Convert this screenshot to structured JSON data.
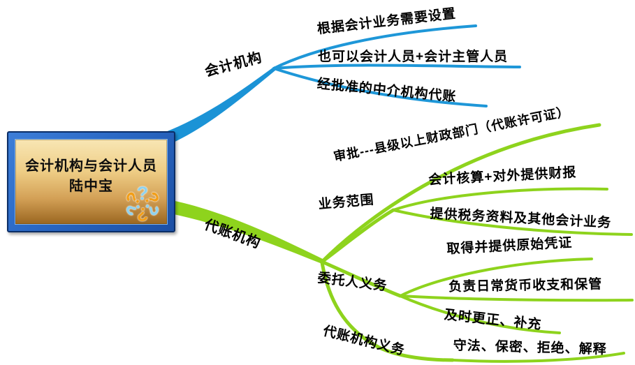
{
  "app": {
    "type": "mindmap"
  },
  "colors": {
    "branch_blue": "#1b93d6",
    "branch_green": "#8ed31d",
    "node_frame_blue": "#2a68c4",
    "node_frame_edge": "#0a2d66",
    "node_face_top": "#f8e6b4",
    "node_face_bottom": "#9a6620",
    "text": "#000000",
    "icon_orange": "#f29e18",
    "icon_light_blue": "#8fd2ef"
  },
  "icons": {
    "root_badge": "question-marks-rosette-icon",
    "root_badge_glyph": "?"
  },
  "root": {
    "title_line1": "会计机构与会计人员",
    "title_line2": "陆中宝"
  },
  "branches": [
    {
      "label": "会计机构",
      "color": "blue",
      "children": [
        {
          "label": "根据会计业务需要设置"
        },
        {
          "label": "也可以会计人员+会计主管人员"
        },
        {
          "label": "经批准的中介机构代账"
        }
      ]
    },
    {
      "label": "代账机构",
      "color": "green",
      "children": [
        {
          "label": "审批---县级以上财政部门（代账许可证）"
        },
        {
          "label": "业务范围",
          "children": [
            {
              "label": "会计核算+对外提供财报"
            },
            {
              "label": "提供税务资料及其他会计业务"
            }
          ]
        },
        {
          "label": "委托人义务",
          "children": [
            {
              "label": "取得并提供原始凭证"
            },
            {
              "label": "负责日常货币收支和保管"
            },
            {
              "label": "及时更正、补充"
            }
          ]
        },
        {
          "label": "代账机构义务",
          "children": [
            {
              "label": "守法、保密、拒绝、解释"
            }
          ]
        }
      ]
    }
  ]
}
